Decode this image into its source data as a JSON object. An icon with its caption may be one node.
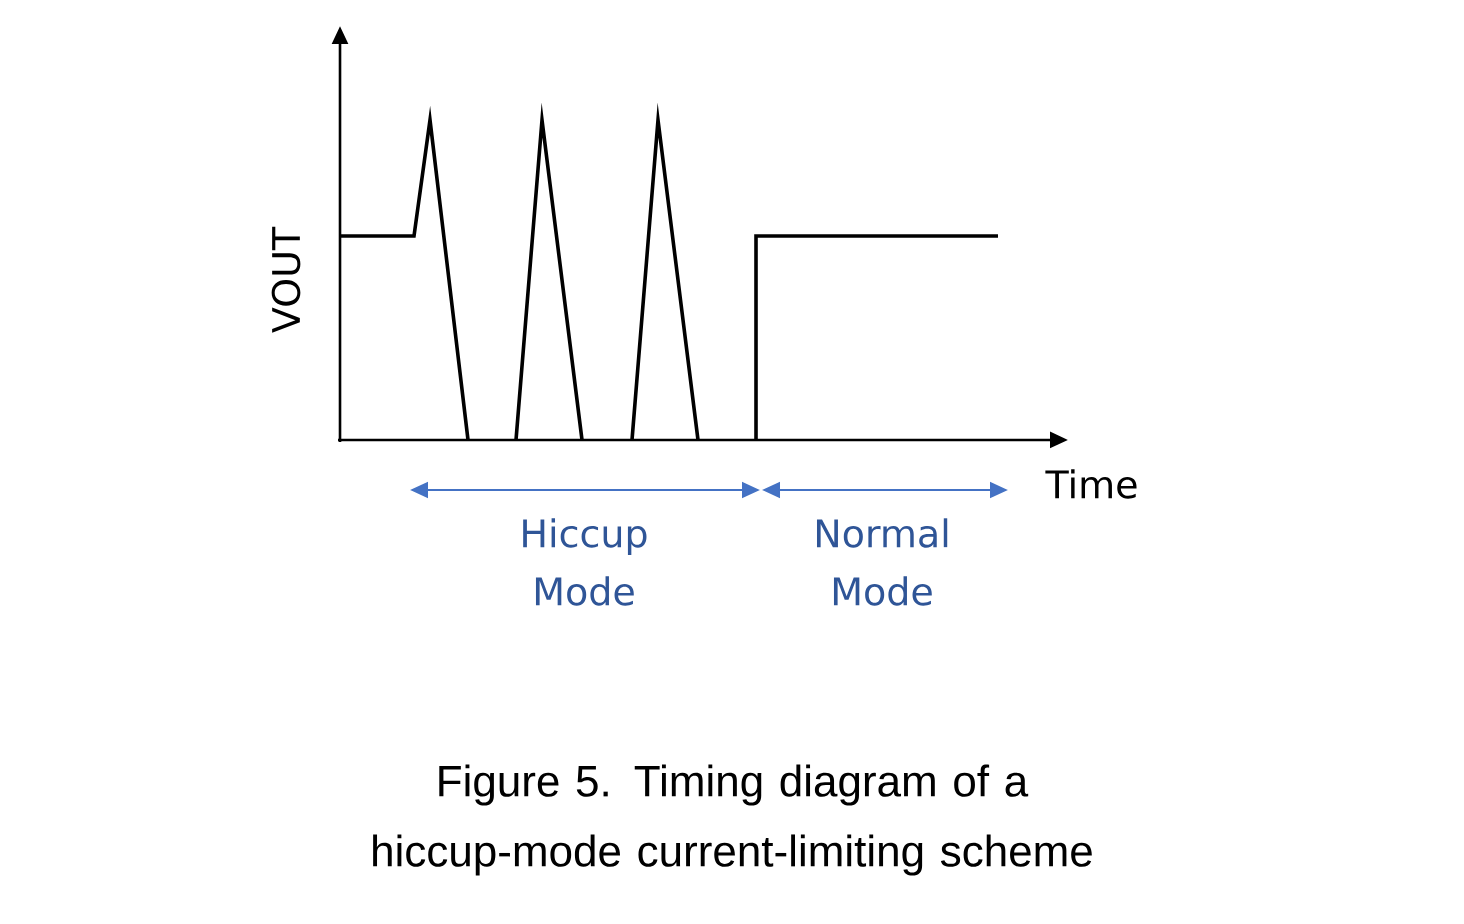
{
  "diagram": {
    "caption": "Figure 5. Timing diagram of a hiccup-mode current-limiting scheme",
    "labels": [
      "VOUT",
      "Time",
      "Hiccup Mode",
      "Normal Mode"
    ]
  }
}
